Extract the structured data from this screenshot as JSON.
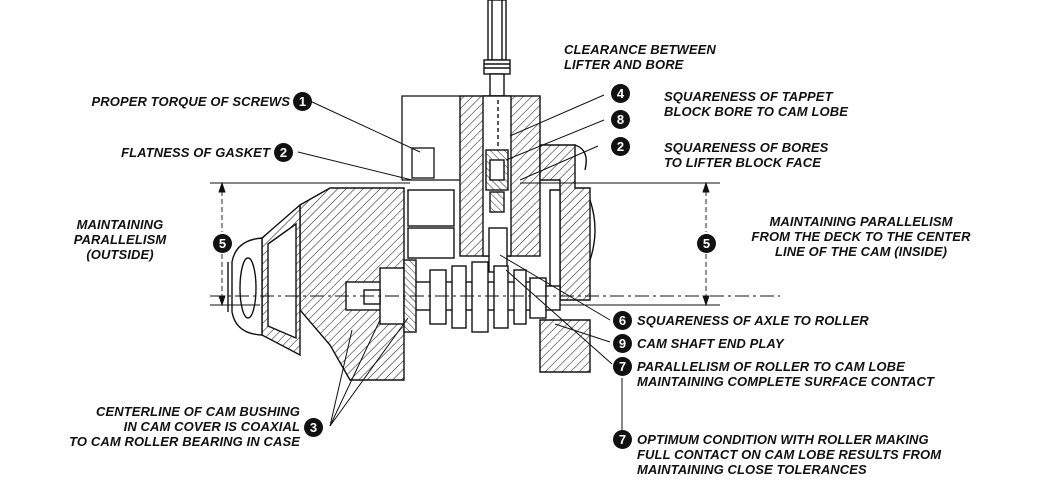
{
  "callouts": {
    "clearance": [
      "CLEARANCE BETWEEN",
      "LIFTER AND BORE"
    ],
    "torque": [
      "PROPER TORQUE OF SCREWS"
    ],
    "gasket": [
      "FLATNESS OF GASKET"
    ],
    "tappet": [
      "SQUARENESS OF TAPPET",
      "BLOCK BORE TO CAM LOBE"
    ],
    "bores": [
      "SQUARENESS OF BORES",
      "TO LIFTER BLOCK FACE"
    ],
    "outside": [
      "MAINTAINING",
      "PARALLELISM",
      "(OUTSIDE)"
    ],
    "inside": [
      "MAINTAINING PARALLELISM",
      "FROM THE DECK TO THE CENTER",
      "LINE OF THE CAM (INSIDE)"
    ],
    "axle": [
      "SQUARENESS OF AXLE TO ROLLER"
    ],
    "endplay": [
      "CAM SHAFT END PLAY"
    ],
    "roller": [
      "PARALLELISM OF ROLLER TO CAM LOBE",
      "MAINTAINING COMPLETE SURFACE CONTACT"
    ],
    "bushing": [
      "CENTERLINE OF CAM BUSHING",
      "IN CAM COVER IS COAXIAL",
      "TO CAM ROLLER BEARING IN CASE"
    ],
    "optimum": [
      "OPTIMUM CONDITION WITH ROLLER MAKING",
      "FULL CONTACT ON CAM LOBE RESULTS FROM",
      "MAINTAINING CLOSE TOLERANCES"
    ]
  },
  "markers": {
    "torque": "1",
    "gasket": "2",
    "bores": "2",
    "bushing": "3",
    "clearance": "4",
    "outside": "5",
    "inside": "5",
    "axle": "6",
    "roller": "7",
    "optimum": "7",
    "tappet": "8",
    "endplay": "9"
  }
}
